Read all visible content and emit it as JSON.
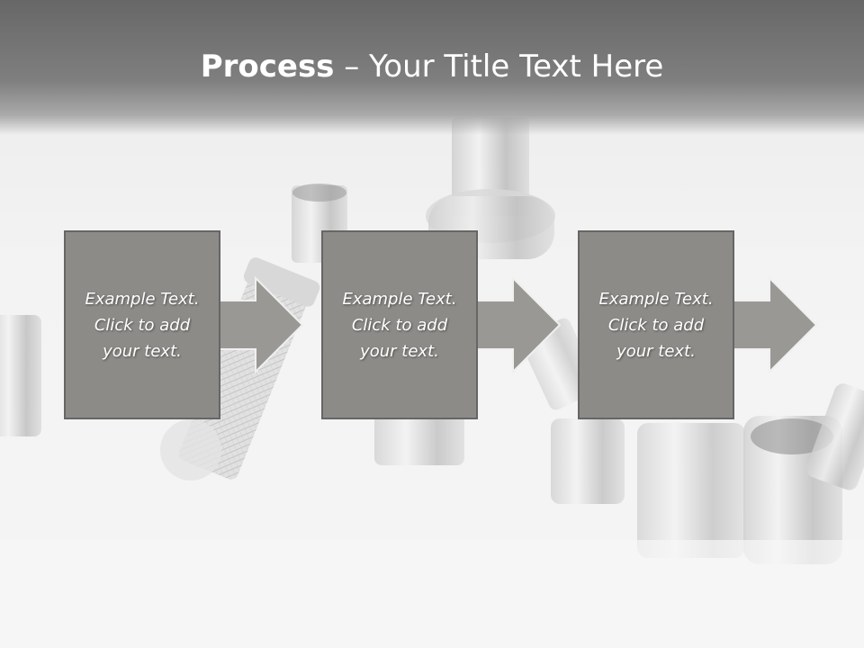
{
  "slide": {
    "title_bold": "Process",
    "title_rest": " – Your Title Text Here"
  },
  "steps": [
    {
      "text": "Example Text.\nClick  to add\nyour text."
    },
    {
      "text": "Example Text.\nClick  to add\nyour text."
    },
    {
      "text": "Example Text.\nClick  to add\nyour text."
    }
  ],
  "colors": {
    "title_band": "#7a7a7a",
    "box_fill": "#8e8c89",
    "box_border": "#6a6a6a",
    "arrow_fill": "#9c9a97"
  },
  "background_image": "socket-wrench-set-photo"
}
